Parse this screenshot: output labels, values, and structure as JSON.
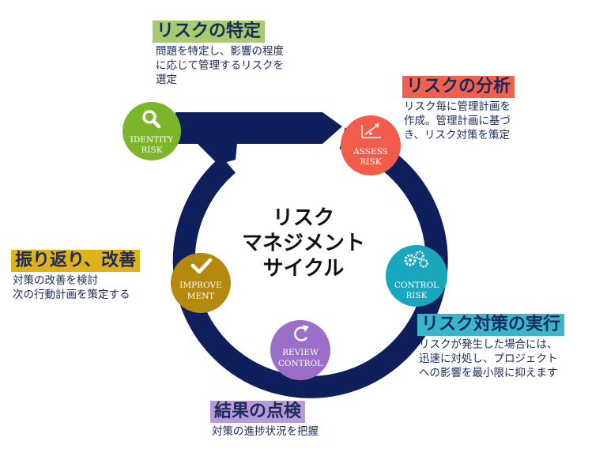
{
  "center": {
    "lines": [
      "リスク",
      "マネジメント",
      "サイクル"
    ]
  },
  "nodes": {
    "identify": {
      "line1": "IDENTITY",
      "line2": "RISK",
      "color": "#7db52a",
      "icon": "magnifier-icon"
    },
    "assess": {
      "line1": "ASSESS",
      "line2": "RISK",
      "color": "#f25c4a",
      "icon": "chart-arrow-icon"
    },
    "control": {
      "line1": "CONTROL",
      "line2": "RISK",
      "color": "#1aa7bd",
      "icon": "gears-icon"
    },
    "review": {
      "line1": "REVIEW",
      "line2": "CONTROL",
      "color": "#9b6fc9",
      "icon": "refresh-icon"
    },
    "improve": {
      "line1": "IMPROVE",
      "line2": "MENT",
      "color": "#b38a0f",
      "icon": "check-icon"
    }
  },
  "blocks": {
    "identify": {
      "title": "リスクの特定",
      "title_bg": "#a6cc6e",
      "desc": "問題を特定し、影響の程度\nに応じて管理するリスクを\n選定"
    },
    "assess": {
      "title": "リスクの分析",
      "title_bg": "#f2604e",
      "desc": "リスク毎に管理計画を\n作成。管理計画に基づ\nき、リスク対策を策定"
    },
    "control": {
      "title": "リスク対策の実行",
      "title_bg": "#3ab5c9",
      "desc": "リスクが発生した場合には、\n迅速に対処し、プロジェクト\nへの影響を最小限に抑えます"
    },
    "review": {
      "title": "結果の点検",
      "title_bg": "#b89ad8",
      "desc": "対策の進捗状況を把握"
    },
    "improve": {
      "title": "振り返り、改善",
      "title_bg": "#e0b21a",
      "desc": "対策の改善を検討\n次の行動計画を策定する"
    }
  },
  "colors": {
    "ring": "#0f1f5c",
    "text": "#1a2a5a"
  }
}
